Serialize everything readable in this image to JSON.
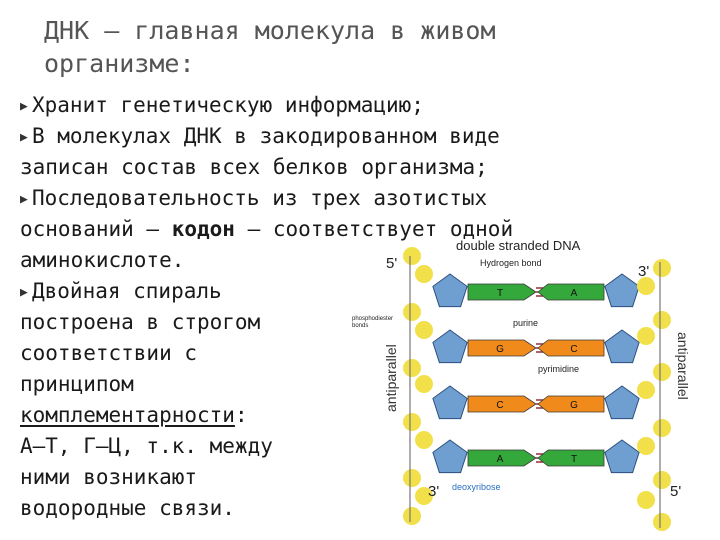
{
  "slide": {
    "title_line1": "ДНК – главная молекула в живом",
    "title_line2": "организме:",
    "lines": [
      {
        "bullet": true,
        "text": "Хранит генетическую информацию;"
      },
      {
        "bullet": true,
        "text": "В молекулах ДНК в закодированном виде"
      },
      {
        "bullet": false,
        "text": "записан состав всех белков организма;"
      },
      {
        "bullet": true,
        "text": "Последовательность из трех азотистых"
      },
      {
        "bullet": false,
        "pre": "оснований – ",
        "bold": "кодон",
        "post": " – соответствует одной"
      },
      {
        "bullet": false,
        "text": "аминокислоте."
      },
      {
        "bullet": true,
        "text": "Двойная спираль"
      },
      {
        "bullet": false,
        "text": "построена в строгом"
      },
      {
        "bullet": false,
        "text": "соответствии с"
      },
      {
        "bullet": false,
        "text": "принципом"
      },
      {
        "bullet": false,
        "under": "комплементарности",
        "post": ":"
      },
      {
        "bullet": false,
        "text": "А–Т, Г–Ц, т.к. между"
      },
      {
        "bullet": false,
        "text": "ними возникают"
      },
      {
        "bullet": false,
        "text": "водородные связи."
      }
    ]
  },
  "diagram": {
    "title": "double stranded DNA",
    "label_5_top": "5'",
    "label_3_top": "3'",
    "label_3_bottom": "3'",
    "label_5_bottom": "5'",
    "hydrogen_bond": "Hydrogen bond",
    "phosphodiester_line1": "phosphodiester",
    "phosphodiester_line2": "bonds",
    "purine": "purine",
    "pyrimidine": "pyrimidine",
    "antiparallel_left": "antiparallel",
    "antiparallel_right": "antiparallel",
    "deoxyribose": "deoxyribose",
    "pairs": [
      {
        "left": "T",
        "right": "A"
      },
      {
        "left": "G",
        "right": "C"
      },
      {
        "left": "C",
        "right": "G"
      },
      {
        "left": "A",
        "right": "T"
      }
    ],
    "colors": {
      "sugar": "#6f9fd0",
      "phosphate": "#f2e04a",
      "green_base": "#34a83a",
      "orange_base": "#f08a1a",
      "bond": "#8a2222"
    }
  }
}
